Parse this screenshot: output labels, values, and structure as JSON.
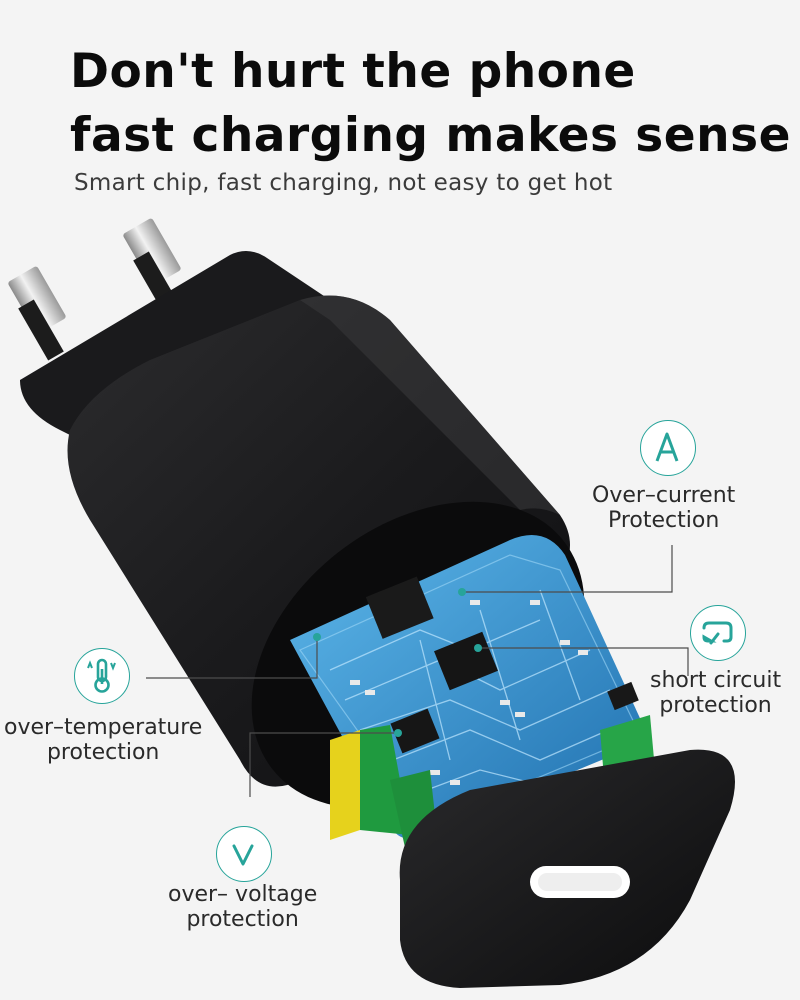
{
  "headline": {
    "line1": "Don't hurt the phone",
    "line2": "fast charging makes sense"
  },
  "subtitle": "Smart chip, fast charging, not easy to get hot",
  "features": {
    "over_current": {
      "line1": "Over–current",
      "line2": "Protection",
      "icon": "ampere-icon"
    },
    "short_circuit": {
      "line1": "short circuit",
      "line2": "protection",
      "icon": "short-circuit-icon"
    },
    "over_temperature": {
      "line1": "over–temperature",
      "line2": "protection",
      "icon": "thermometer-icon"
    },
    "over_voltage": {
      "line1": "over– voltage",
      "line2": "protection",
      "icon": "voltage-icon"
    }
  },
  "colors": {
    "accent_teal": "#27a49a",
    "charger_body": "#1d1d1f",
    "pcb_blue": "#2f86c8",
    "background": "#f4f4f4"
  }
}
